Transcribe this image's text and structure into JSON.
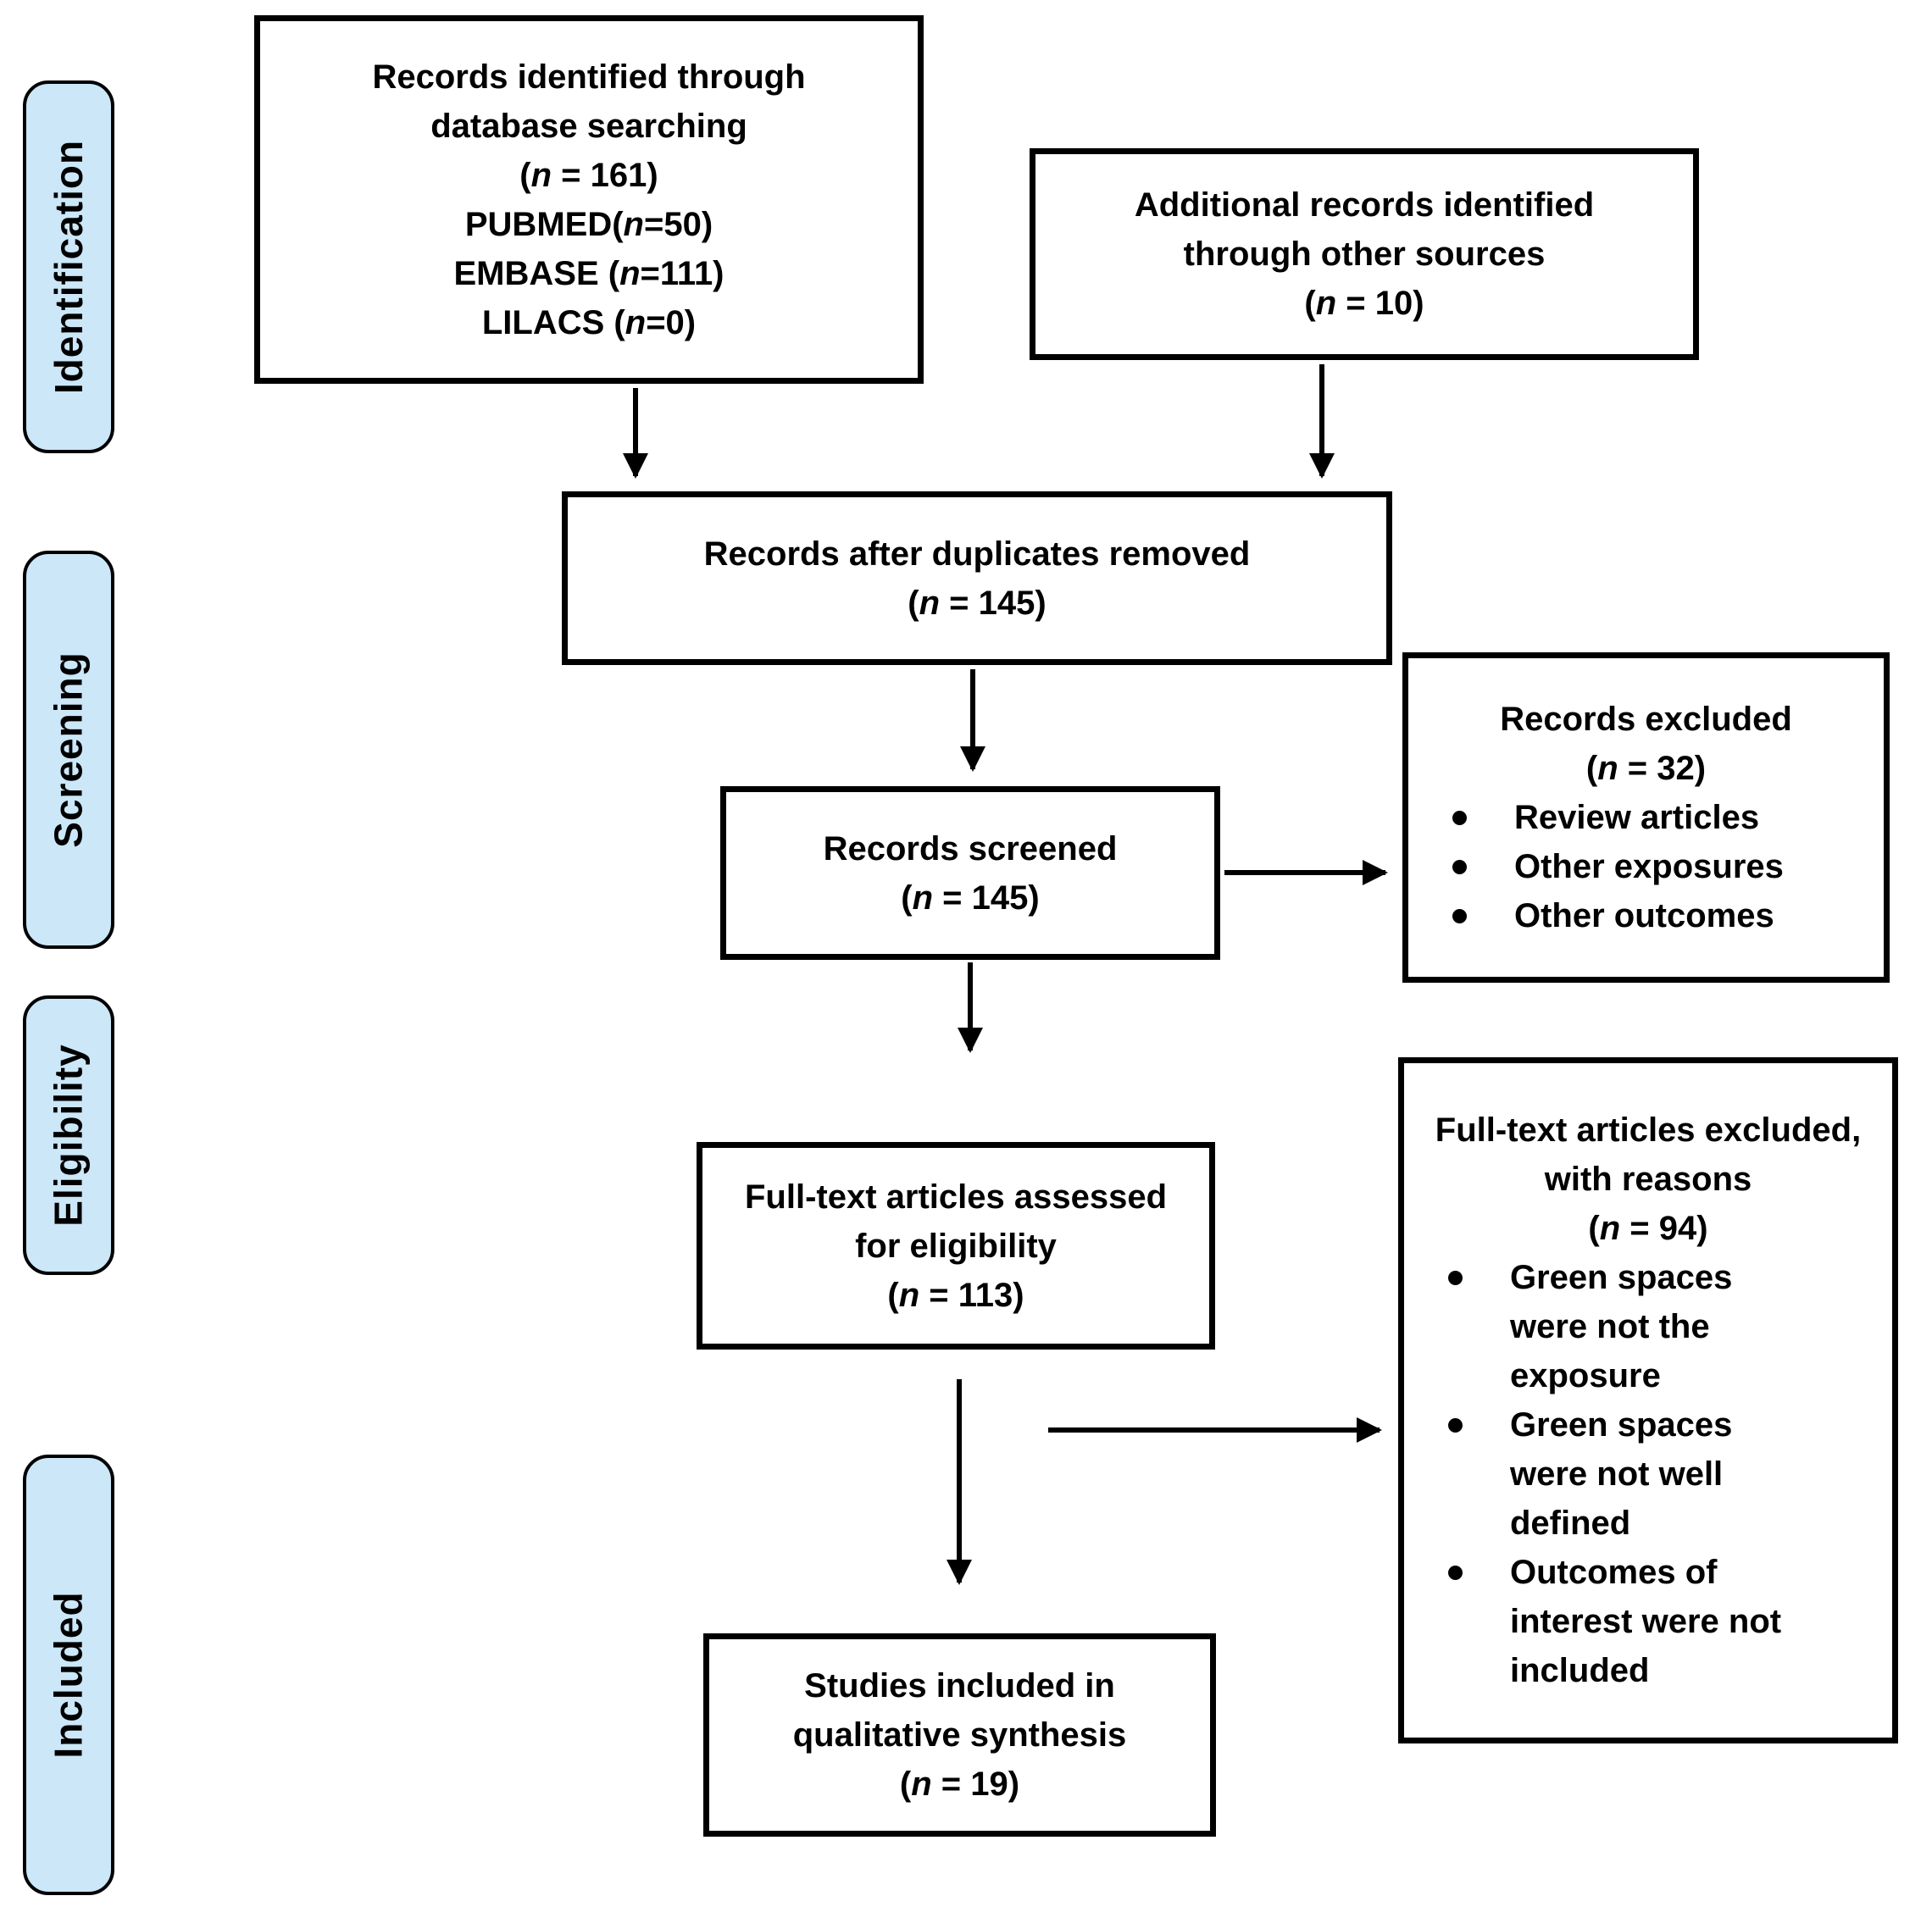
{
  "figure": {
    "type": "prisma-flow-diagram",
    "background": "#ffffff"
  },
  "colors": {
    "stage_fill": "#cbe7f8",
    "box_border": "#000000",
    "text": "#000000"
  },
  "stages": [
    {
      "id": "identification",
      "label": "Identification"
    },
    {
      "id": "screening",
      "label": "Screening"
    },
    {
      "id": "eligibility",
      "label": "Eligibility"
    },
    {
      "id": "included",
      "label": "Included"
    }
  ],
  "boxes": {
    "records_identified": {
      "lines": [
        "Records identified through",
        "database searching",
        "(n = 161)",
        "PUBMED(n=50)",
        "EMBASE (n=111)",
        "LILACS (n=0)"
      ]
    },
    "additional_records": {
      "lines": [
        "Additional records identified",
        "through other sources",
        "(n = 10)"
      ]
    },
    "records_after_duplicates": {
      "lines": [
        "Records after duplicates removed",
        "(n = 145)"
      ]
    },
    "records_screened": {
      "lines": [
        "Records screened",
        "(n = 145)"
      ]
    },
    "records_excluded": {
      "lines": [
        "Records excluded",
        "(n = 32)"
      ],
      "bullets": [
        "Review articles",
        "Other exposures",
        "Other outcomes"
      ]
    },
    "fulltext_assessed": {
      "lines": [
        "Full-text articles assessed",
        "for eligibility",
        "(n = 113)"
      ]
    },
    "fulltext_excluded": {
      "lines": [
        "Full-text articles excluded,",
        "with reasons",
        "(n = 94)"
      ],
      "bullets": [
        "Green spaces were not the exposure",
        "Green spaces were not well defined",
        "Outcomes of interest were not included"
      ]
    },
    "studies_included": {
      "lines": [
        "Studies included in",
        "qualitative synthesis",
        "(n = 19)"
      ]
    }
  },
  "flow": [
    {
      "from": "records_identified",
      "to": "records_after_duplicates"
    },
    {
      "from": "additional_records",
      "to": "records_after_duplicates"
    },
    {
      "from": "records_after_duplicates",
      "to": "records_screened"
    },
    {
      "from": "records_screened",
      "to": "records_excluded"
    },
    {
      "from": "records_screened",
      "to": "fulltext_assessed"
    },
    {
      "from": "fulltext_assessed",
      "to": "fulltext_excluded"
    },
    {
      "from": "fulltext_assessed",
      "to": "studies_included"
    }
  ]
}
